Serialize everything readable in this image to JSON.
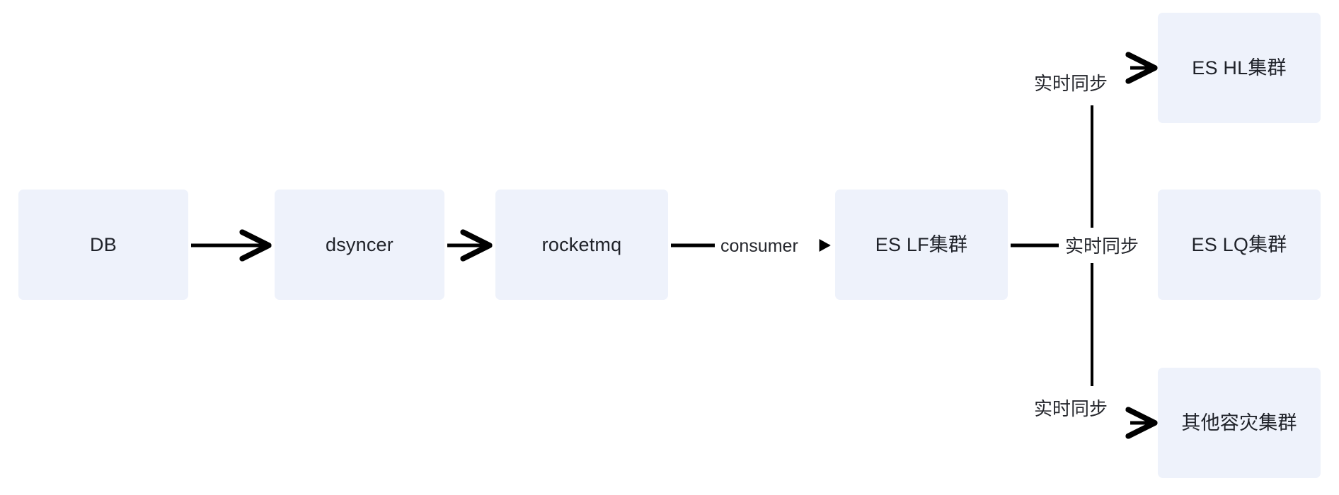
{
  "diagram": {
    "type": "flowchart",
    "direction": "left-to-right",
    "background_color": "#ffffff",
    "node_fill_color": "#eef2fb",
    "node_text_color": "#1f2229",
    "edge_color": "#000000",
    "nodes": [
      {
        "id": "db",
        "label": "DB"
      },
      {
        "id": "dsyncer",
        "label": "dsyncer"
      },
      {
        "id": "rocketmq",
        "label": "rocketmq"
      },
      {
        "id": "es_lf",
        "label": "ES LF集群"
      },
      {
        "id": "es_hl",
        "label": "ES HL集群"
      },
      {
        "id": "es_lq",
        "label": "ES LQ集群"
      },
      {
        "id": "other_dr",
        "label": "其他容灾集群"
      }
    ],
    "edges": [
      {
        "from": "db",
        "to": "dsyncer",
        "label": "",
        "arrow": true
      },
      {
        "from": "dsyncer",
        "to": "rocketmq",
        "label": "",
        "arrow": true
      },
      {
        "from": "rocketmq",
        "to": "es_lf",
        "label": "consumer",
        "arrow": true
      },
      {
        "from": "es_lf",
        "to": "es_hl",
        "label": "实时同步",
        "arrow": true
      },
      {
        "from": "es_lf",
        "to": "es_lq",
        "label": "实时同步",
        "arrow": false
      },
      {
        "from": "es_lf",
        "to": "other_dr",
        "label": "实时同步",
        "arrow": true
      }
    ],
    "edge_labels": {
      "consumer": "consumer",
      "sync_top": "实时同步",
      "sync_mid": "实时同步",
      "sync_bottom": "实时同步"
    }
  }
}
